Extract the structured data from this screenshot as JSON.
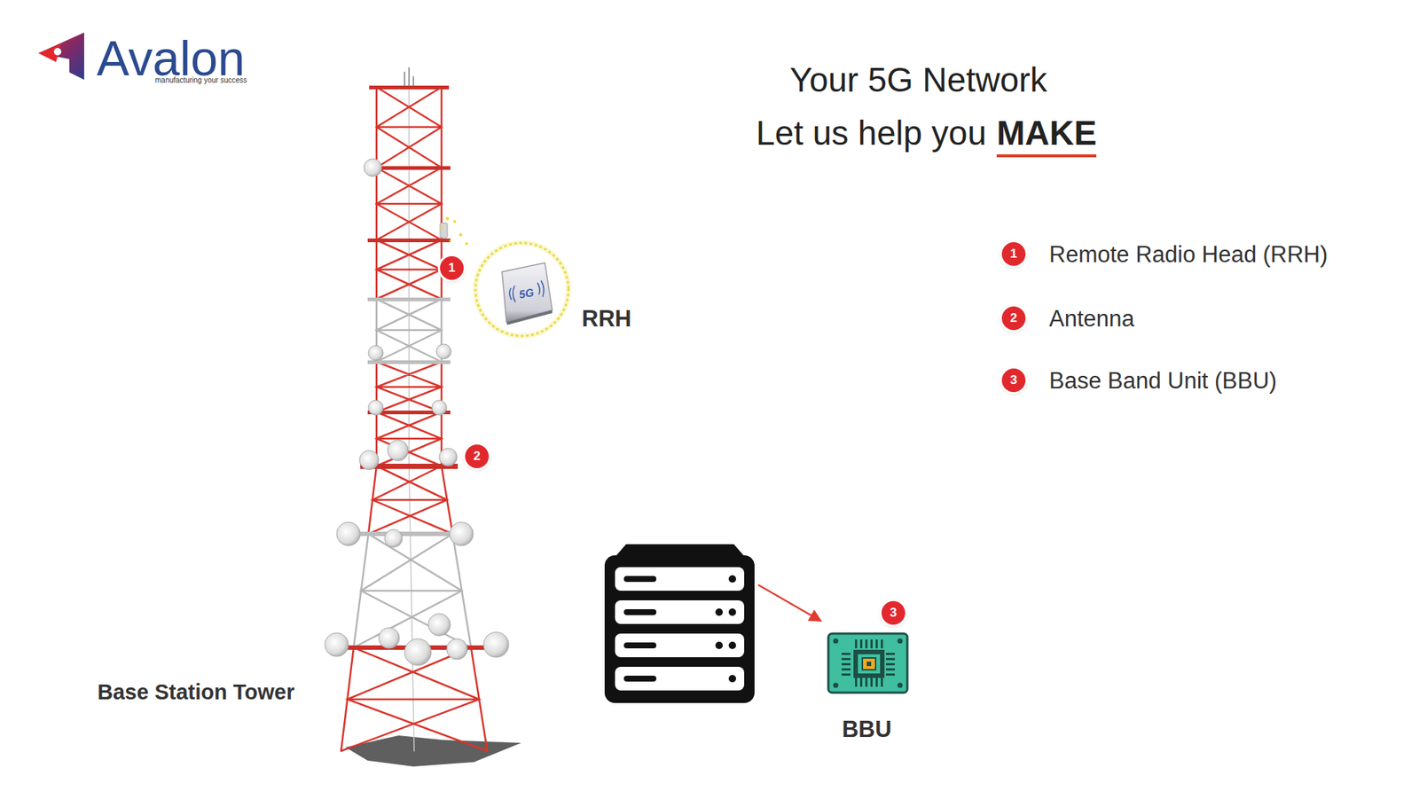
{
  "diagram": {
    "title": "Your 5G Network",
    "nodes": [
      {
        "text": [
          "RRH"
        ]
      },
      {
        "text": [
          "BBU"
        ]
      }
    ],
    "labels": [
      "Avalon",
      "manufacturing your success",
      "Let us help you",
      "MAKE",
      "1",
      "5G",
      "1",
      "Remote Radio Head (RRH)",
      "2",
      "Antenna",
      "3",
      "Base Band Unit (BBU)",
      "2",
      "3",
      "Base Station Tower"
    ]
  }
}
